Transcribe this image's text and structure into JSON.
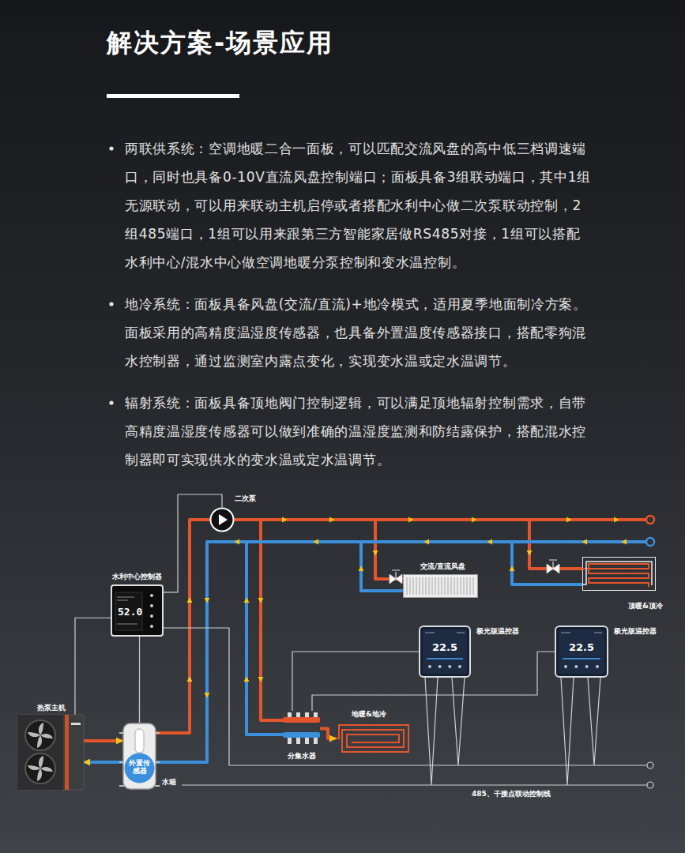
{
  "diagram": {
    "title": "解决方案-场景应用",
    "nodes": [
      {
        "text": [
          "二次泵"
        ]
      },
      {
        "text": [
          "水利中心控制器",
          "52.0"
        ]
      },
      {
        "text": [
          "热泵主机"
        ]
      },
      {
        "text": [
          "水箱"
        ]
      },
      {
        "text": [
          "外置传感器"
        ],
        "in": 3
      },
      {
        "text": [
          "交流/直流风盘"
        ]
      },
      {
        "text": [
          "极光版温控器",
          "22.5"
        ]
      },
      {
        "text": [
          "顶暖&顶冷"
        ]
      },
      {
        "text": [
          "极光版温控器",
          "22.5"
        ]
      },
      {
        "text": [
          "分集水器"
        ]
      },
      {
        "text": [
          "地暖&地冷"
        ]
      }
    ],
    "edges": [
      {
        "from": 2,
        "to": 3,
        "arrow": "to"
      },
      {
        "from": 3,
        "to": 2,
        "arrow": "to"
      },
      {
        "from": 1,
        "to": 0,
        "arrow": "none"
      },
      {
        "from": 1,
        "to": 3,
        "arrow": "none"
      },
      {
        "from": 1,
        "to": 2,
        "arrow": "none"
      },
      {
        "from": 6,
        "to": 9,
        "arrow": "none"
      },
      {
        "from": 8,
        "to": 9,
        "arrow": "none"
      },
      {
        "from": 9,
        "to": 10,
        "arrow": "to"
      }
    ],
    "labels": [
      "两联供系统：空调地暖二合一面板，可以匹配交流风盘的高中低三档调速端口，同时也具备0-10V直流风盘控制端口；面板具备3组联动端口，其中1组无源联动，可以用来联动主机启停或者搭配水利中心做二次泵联动控制，2组485端口，1组可以用来跟第三方智能家居做RS485对接，1组可以搭配水利中心/混水中心做空调地暖分泵控制和变水温控制。",
      "地冷系统：面板具备风盘(交流/直流)+地冷模式，适用夏季地面制冷方案。面板采用的高精度温湿度传感器，也具备外置温度传感器接口，搭配零狗混水控制器，通过监测室内露点变化，实现变水温或定水温调节。",
      "辐射系统：面板具备顶地阀门控制逻辑，可以满足顶地辐射控制需求，自带高精度温湿度传感器可以做到准确的温湿度监测和防结露保护，搭配混水控制器即可实现供水的变水温或定水温调节。",
      "485、干接点联动控制线"
    ]
  }
}
